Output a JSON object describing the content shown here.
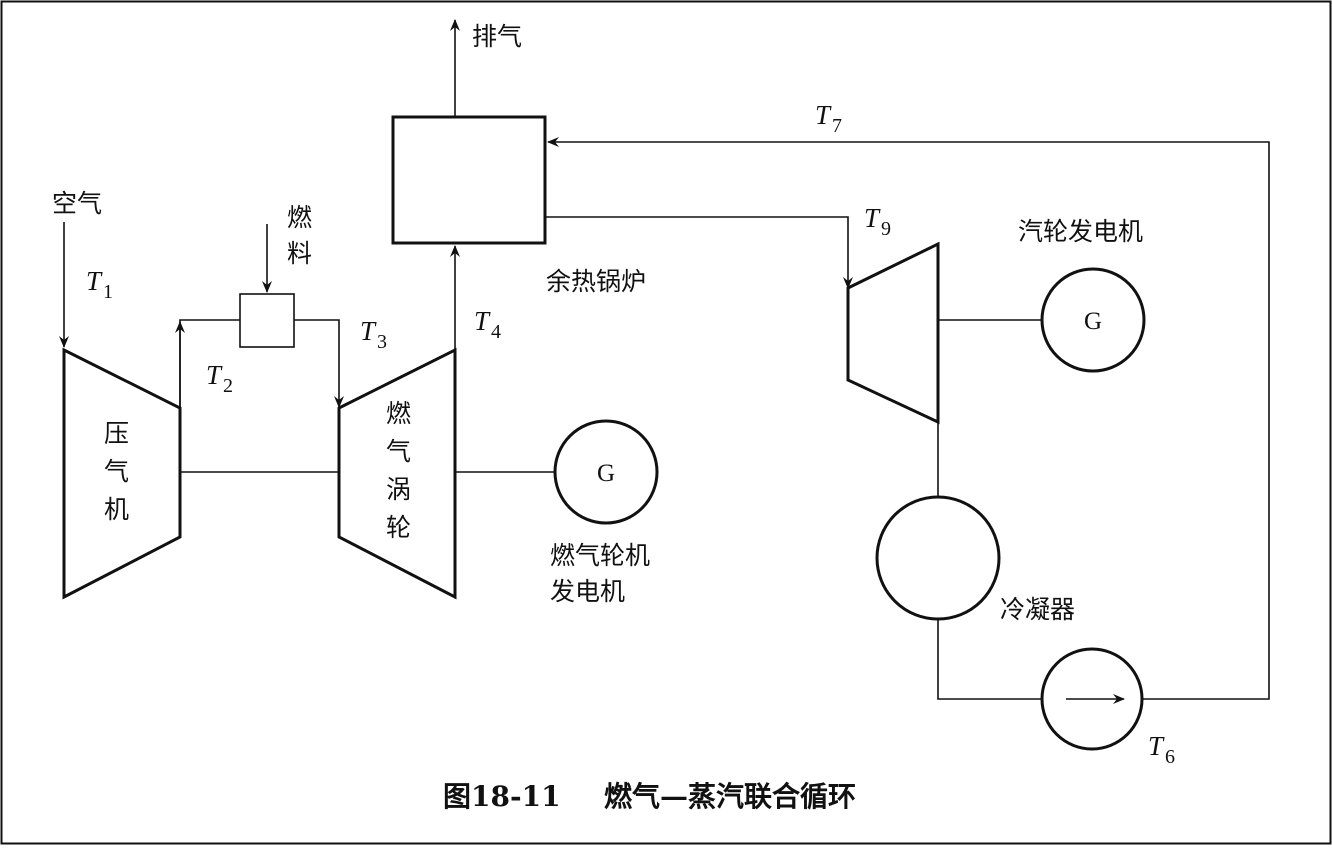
{
  "labels": {
    "exhaust": "排气",
    "air": "空气",
    "fuel_1": "燃",
    "fuel_2": "料",
    "hrsg": "余热锅炉",
    "compressor_1": "压",
    "compressor_2": "气",
    "compressor_3": "机",
    "gas_turbine_1": "燃",
    "gas_turbine_2": "气",
    "gas_turbine_3": "涡",
    "gas_turbine_4": "轮",
    "gas_gen_symbol": "G",
    "gas_gen_1": "燃气轮机",
    "gas_gen_2": "发电机",
    "steam_gen_title": "汽轮发电机",
    "steam_gen_symbol": "G",
    "condenser": "冷凝器"
  },
  "temperatures": {
    "t1": {
      "symbol": "T",
      "sub": "1"
    },
    "t2": {
      "symbol": "T",
      "sub": "2"
    },
    "t3": {
      "symbol": "T",
      "sub": "3"
    },
    "t4": {
      "symbol": "T",
      "sub": "4"
    },
    "t6": {
      "symbol": "T",
      "sub": "6"
    },
    "t7": {
      "symbol": "T",
      "sub": "7"
    },
    "t9": {
      "symbol": "T",
      "sub": "9"
    }
  },
  "caption": {
    "number": "图18-11",
    "title": "燃气—蒸汽联合循环"
  }
}
